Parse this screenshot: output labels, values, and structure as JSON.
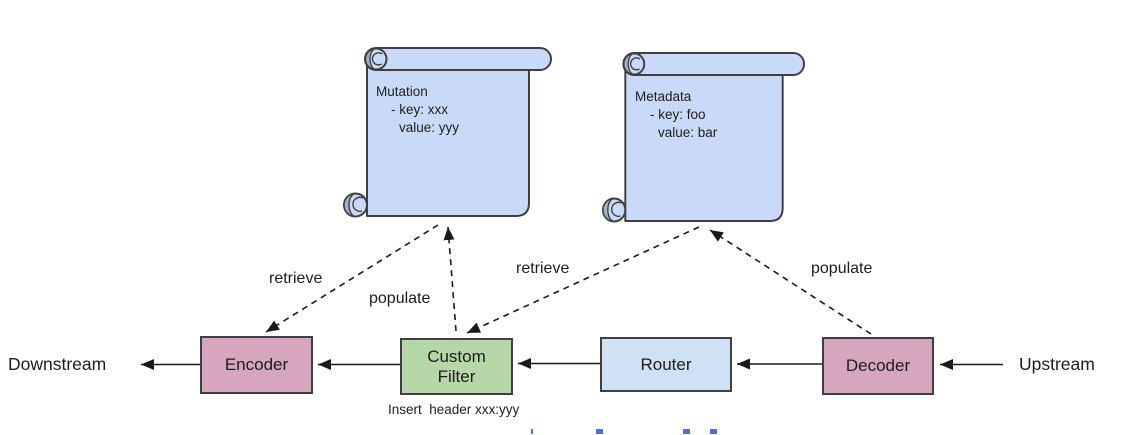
{
  "scrolls": [
    {
      "title": "Mutation",
      "line1": "- key: xxx",
      "line2": "value: yyy"
    },
    {
      "title": "Metadata",
      "line1": "- key: foo",
      "line2": "value: bar"
    }
  ],
  "nodes": {
    "encoder": {
      "label": "Encoder"
    },
    "filter": {
      "label": "Custom",
      "label2": "Filter"
    },
    "router": {
      "label": "Router"
    },
    "decoder": {
      "label": "Decoder"
    }
  },
  "endpoints": {
    "downstream": "Downstream",
    "upstream": "Upstream"
  },
  "edges": {
    "retrieve_encoder": "retrieve",
    "populate_mutation": "populate",
    "retrieve_filter": "retrieve",
    "populate_metadata": "populate"
  },
  "note": "Insert  header xxx:yyy",
  "colors": {
    "scroll_fill": "#c9daf8",
    "scroll_shade": "#9fb3cc",
    "router_fill": "#cfe2f3",
    "encoder_decoder_fill": "#d5a6bd",
    "filter_fill": "#b6d7a8",
    "shape_stroke": "#3f3f3f",
    "arrow_stroke": "#1a1a1a",
    "fragment_blue": "#4f6fd6"
  }
}
